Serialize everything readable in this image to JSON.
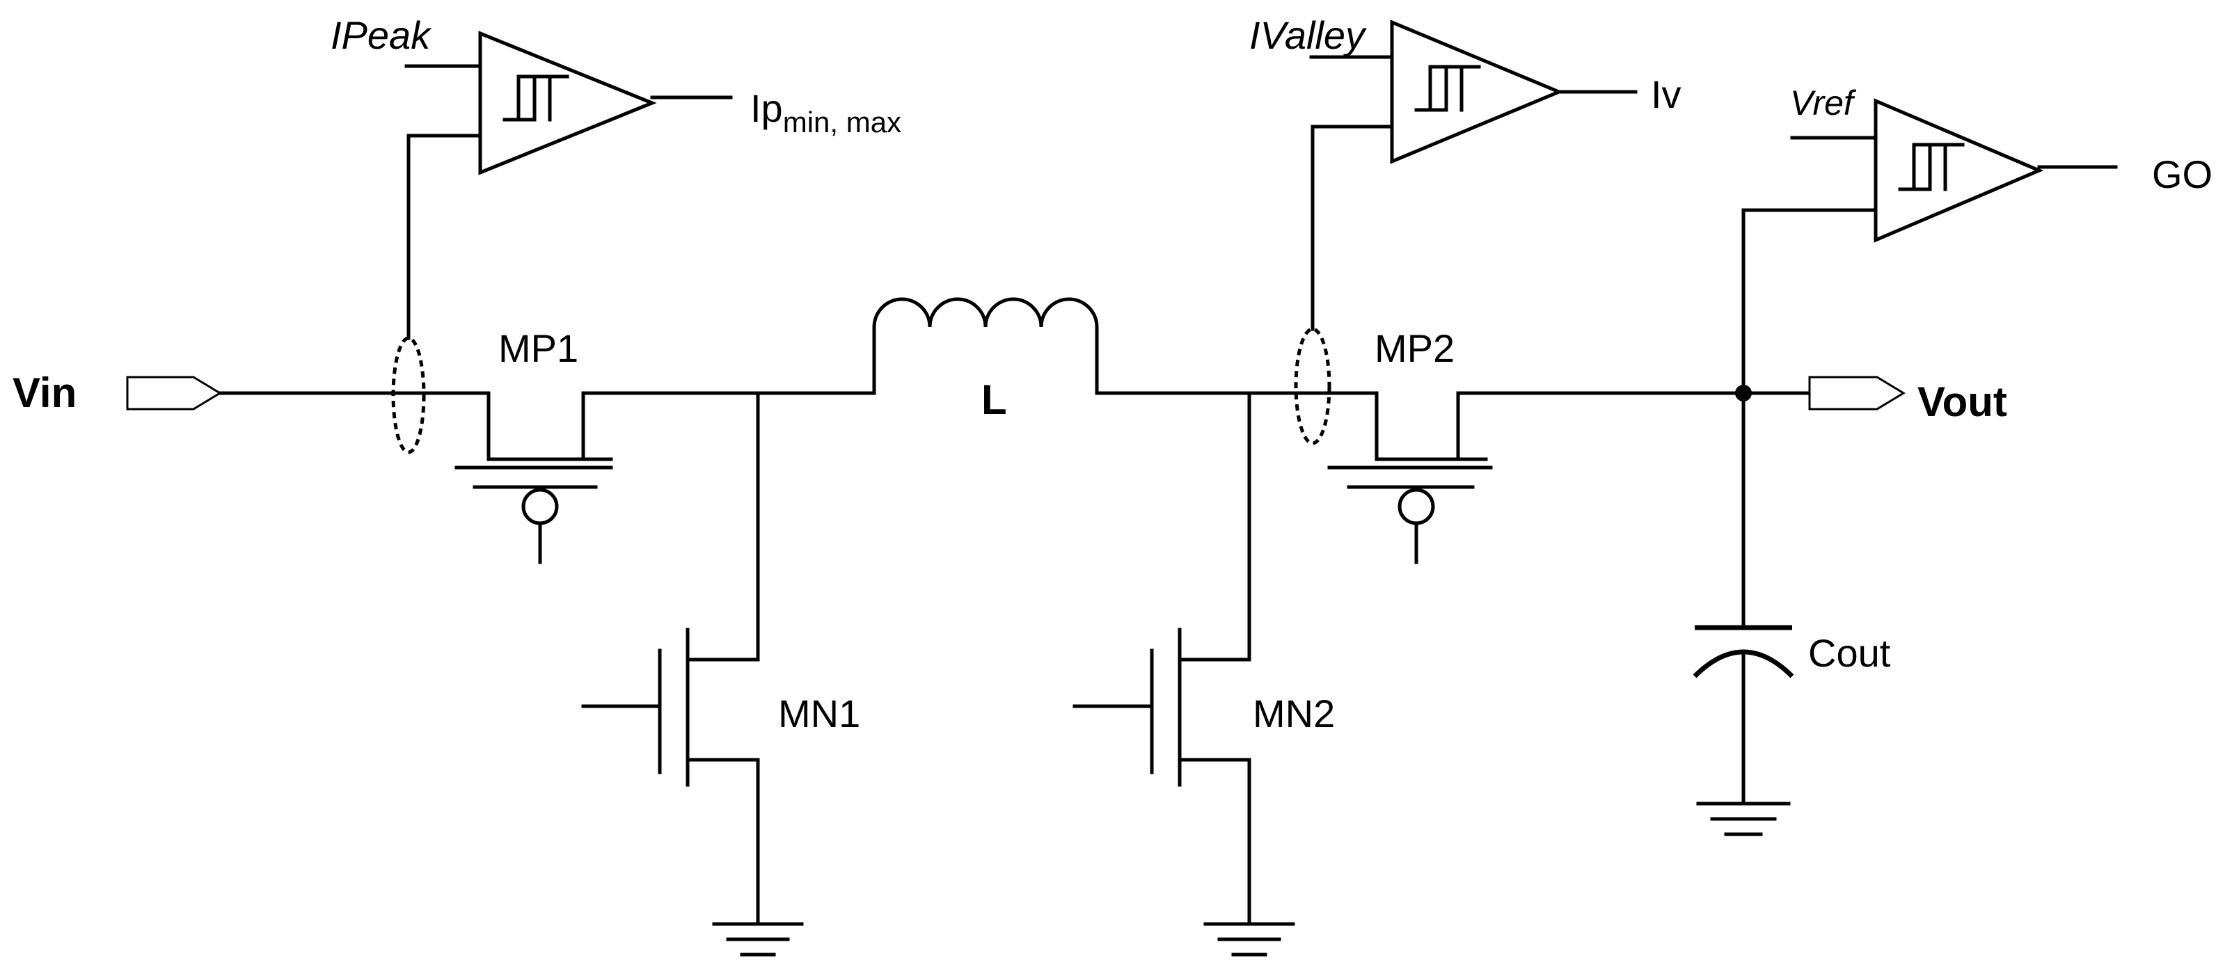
{
  "labels": {
    "vin": "Vin",
    "vout": "Vout",
    "inductor": "L",
    "mp1": "MP1",
    "mp2": "MP2",
    "mn1": "MN1",
    "mn2": "MN2",
    "cout": "Cout",
    "ipeak": "IPeak",
    "ivalley": "IValley",
    "vref": "Vref",
    "ip_base": "Ip",
    "ip_sub": "min, max",
    "iv": "Iv",
    "go": "GO"
  }
}
